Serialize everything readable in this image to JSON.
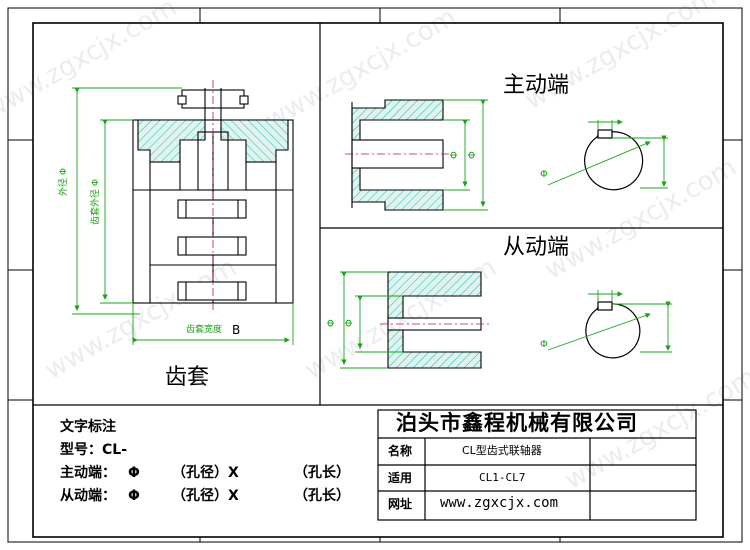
{
  "drawing": {
    "title_driving_end": "主动端",
    "title_driven_end": "从动端",
    "title_sleeve": "齿套",
    "dim_outer_dia": "外径 Φ",
    "dim_tooth_sleeve_dia": "齿套外径 Φ",
    "dim_tooth_sleeve_width": "齿套宽度",
    "dim_B": "B",
    "phi_symbol": "Φ"
  },
  "annotation": {
    "heading": "文字标注",
    "model_line": "型号：CL-",
    "driving_label": "主动端：",
    "driven_label": "从动端：",
    "phi": "Φ",
    "bore_dia": "（孔径）X",
    "bore_length": "（孔长）"
  },
  "title_block": {
    "company": "泊头市鑫程机械有限公司",
    "rows": [
      {
        "label": "名称",
        "value": "CL型齿式联轴器"
      },
      {
        "label": "适用",
        "value": "CL1-CL7"
      },
      {
        "label": "网址",
        "value": "www.zgxcjx.com"
      }
    ]
  },
  "watermark": "www.zgxcjx.com",
  "colors": {
    "line": "#000000",
    "dim_line": "#18a318",
    "hatch": "#25b8b0",
    "fill": "#dff3ef",
    "center_line": "#b02030"
  }
}
